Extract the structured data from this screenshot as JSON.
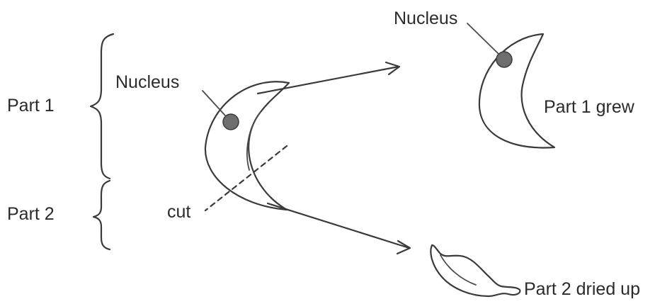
{
  "labels": {
    "part1": "Part 1",
    "part2": "Part 2",
    "nucleus_left": "Nucleus",
    "nucleus_right": "Nucleus",
    "cut": "cut",
    "part1_grew": "Part 1 grew",
    "part2_dried": "Part 2 dried up"
  }
}
